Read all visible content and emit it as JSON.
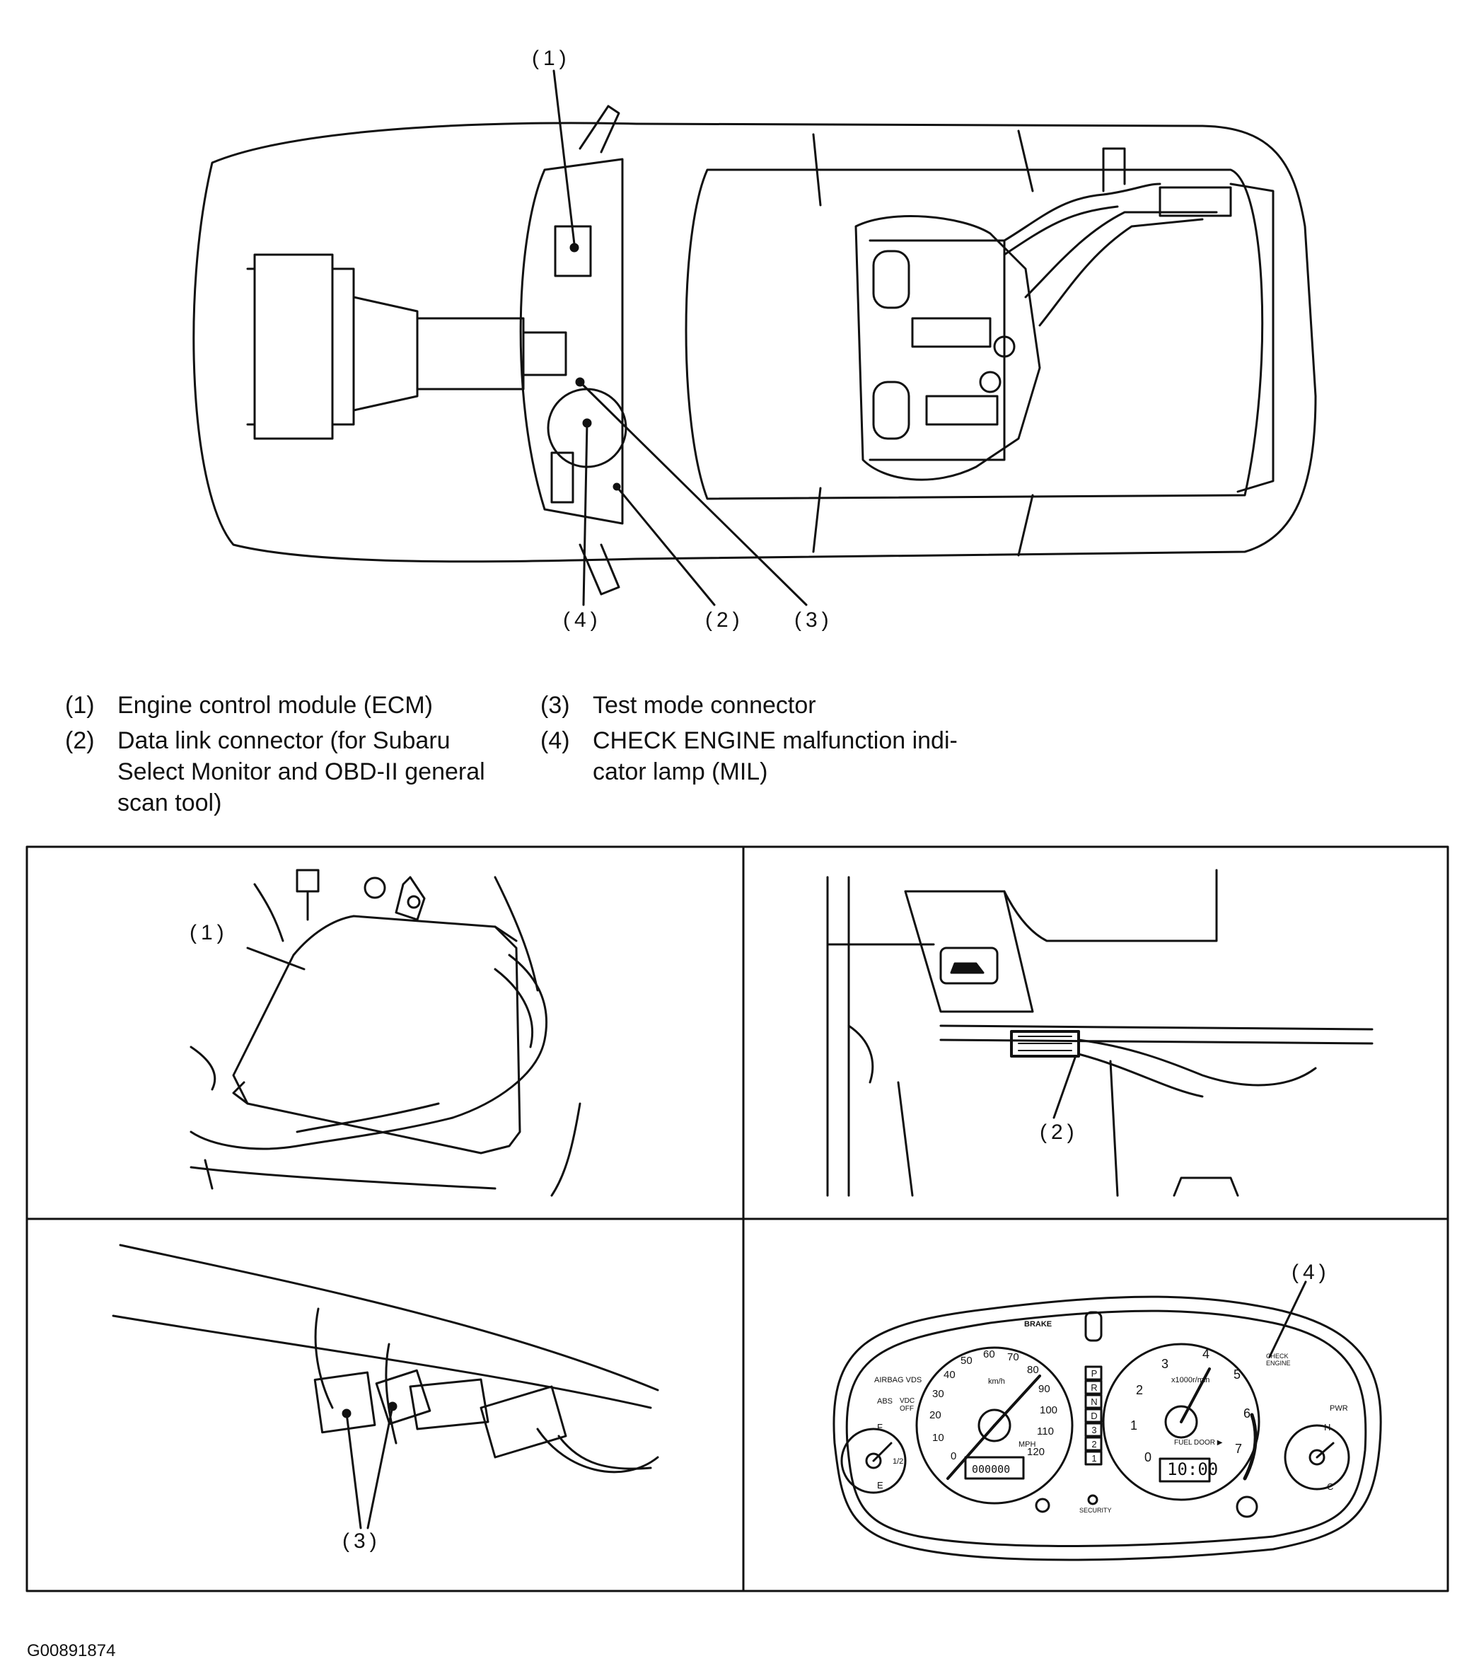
{
  "callouts": {
    "c1": "(1)",
    "c2": "(2)",
    "c3": "(3)",
    "c4": "(4)"
  },
  "legend": [
    {
      "num": "(1)",
      "text": "Engine control module (ECM)"
    },
    {
      "num": "(2)",
      "text": "Data link connector (for Subaru\nSelect Monitor and OBD-II general\nscan tool)"
    },
    {
      "num": "(3)",
      "text": "Test mode connector"
    },
    {
      "num": "(4)",
      "text": "CHECK ENGINE malfunction indi-\ncator lamp (MIL)"
    }
  ],
  "cluster": {
    "brake": "BRAKE",
    "airbag": "AIRBAG VDS",
    "abs": "ABS",
    "vdc": "VDC OFF",
    "kmh": "km/h",
    "mph": "MPH",
    "rpm": "x1000r/min",
    "fuel_door": "FUEL DOOR ▶",
    "security": "SECURITY",
    "check_engine": "CHECK ENGINE",
    "pwr": "PWR",
    "clock": "10:00",
    "odo": "000000",
    "gears": [
      "P",
      "R",
      "N",
      "D",
      "3",
      "2",
      "1"
    ],
    "mph_marks": [
      "0",
      "10",
      "20",
      "30",
      "40",
      "50",
      "60",
      "70",
      "80",
      "90",
      "100",
      "110",
      "120"
    ],
    "rpm_marks": [
      "0",
      "1",
      "2",
      "3",
      "4",
      "5",
      "6",
      "7"
    ],
    "temp": {
      "h": "H",
      "c": "C"
    },
    "fuel": {
      "f": "F",
      "half": "1/2",
      "e": "E"
    }
  },
  "figure_id": "G00891874"
}
